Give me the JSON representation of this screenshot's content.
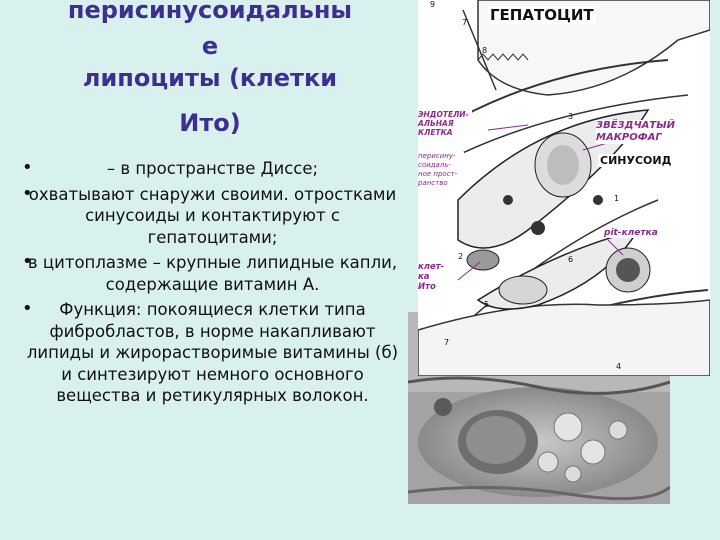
{
  "title": {
    "line1": "перисинусоидальны",
    "line2": "е",
    "line3": "липоциты (клетки",
    "line4": "Ито)"
  },
  "bullets": [
    {
      "dot": "•",
      "text": "– в пространстве Диссе;"
    },
    {
      "dot": "•",
      "text": "охватывают снаружи своими. отростками синусоиды и контактируют с гепатоцитами;"
    },
    {
      "dot": "•",
      "text": "в цитоплазме – крупные липидные капли, содержащие витамин А."
    },
    {
      "dot": "•",
      "text": "Функция: покоящиеся клетки типа фибробластов, в норме накапливают липиды и жирорастворимые витамины (б) и синтезируют немного основного вещества и ретикулярных волокон."
    }
  ],
  "figure": {
    "hepatocyte": "ГЕПАТОЦИТ",
    "endothelial": "ЭНДОТЕЛИ-АЛЬНАЯ КЛЕТКА",
    "star_macrophage": "ЗВЁЗДЧАТЫЙ МАКРОФАГ",
    "sinusoid": "СИНУСОИД",
    "perisinusoidal_space": "перисину-соидаль-ное прост-ранство",
    "pit_cell": "pit-клетка",
    "ito_cell": "клет-ка Ито",
    "numbers": [
      "9",
      "7",
      "8",
      "3",
      "1",
      "2",
      "6",
      "7",
      "5",
      "4"
    ]
  },
  "colors": {
    "background": "#d8f1ee",
    "title": "#3d2e8f",
    "annotation": "#8a2a8a"
  }
}
